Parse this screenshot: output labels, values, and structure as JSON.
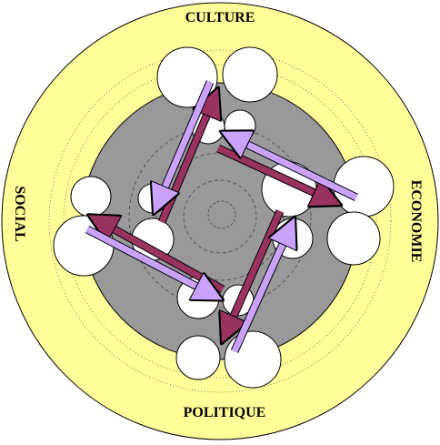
{
  "labels": {
    "top": "CULTURE",
    "right": "ECONOMIE",
    "bottom": "POLITIQUE",
    "left": "SOCIAL"
  },
  "colors": {
    "outer_ring": "#ffff99",
    "inner_disc": "#999999",
    "bubble": "#ffffff",
    "dark_arrow": "#99335f",
    "light_arrow": "#c9a3ff",
    "outline": "#000000"
  }
}
